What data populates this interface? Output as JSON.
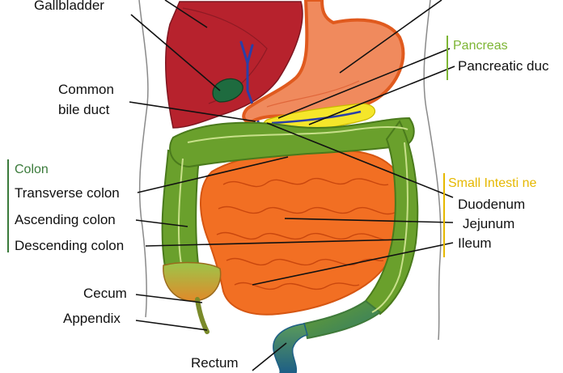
{
  "labels": {
    "gallbladder": "Gallbladder",
    "common_bile_duct_1": "Common",
    "common_bile_duct_2": "bile duct",
    "pancreatic_duct": "Pancreatic duc",
    "transverse_colon": "Transverse colon",
    "ascending_colon": "Ascending colon",
    "descending_colon": "Descending colon",
    "cecum": "Cecum",
    "appendix": "Appendix",
    "rectum": "Rectum",
    "duodenum": "Duodenum",
    "jejunum": "Jejunum",
    "ileum": "Ileum"
  },
  "groups": {
    "pancreas": "Pancreas",
    "colon": "Colon",
    "small_intestine": "Small Intesti ne"
  },
  "colors": {
    "pancreas_group": "#7db534",
    "colon_group": "#3a7a3a",
    "small_intestine_group": "#e6b800",
    "liver": "#a8202a",
    "stomach": "#f08a5d",
    "colon": "#6aa02c",
    "small_intestine": "#f26f23",
    "pancreas": "#f5e62a",
    "rectum": "#2d6e8e"
  }
}
